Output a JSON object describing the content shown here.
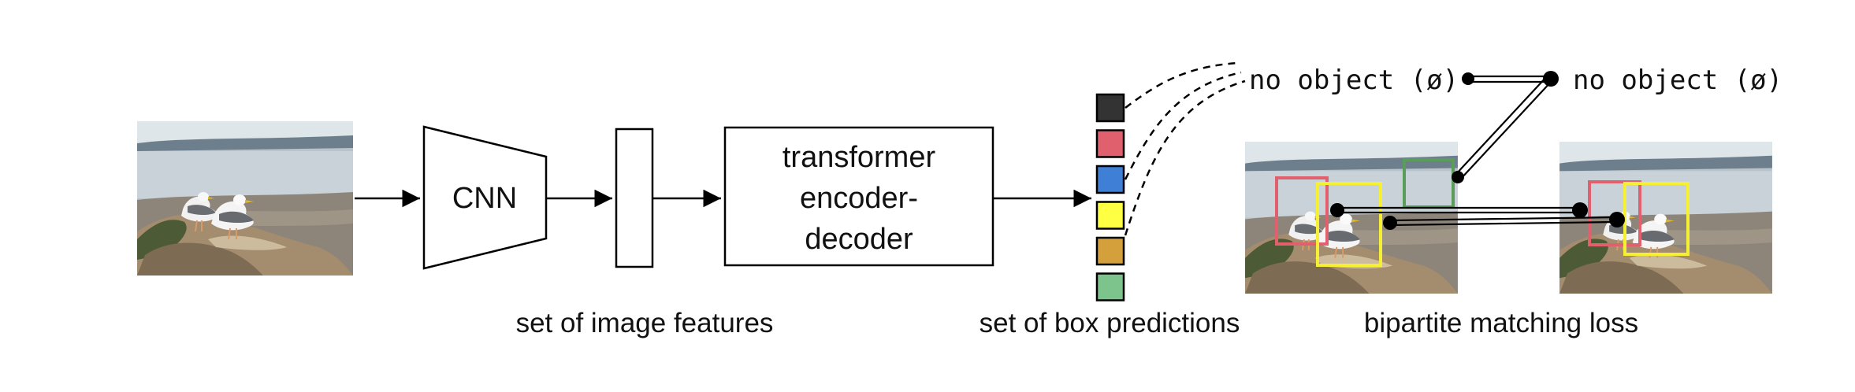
{
  "blocks": {
    "cnn_label": "CNN",
    "transformer_line1": "transformer",
    "transformer_line2": "encoder-",
    "transformer_line3": "decoder"
  },
  "captions": {
    "image_features": "set of image features",
    "box_predictions": "set of box predictions",
    "matching_loss": "bipartite matching loss"
  },
  "no_object": {
    "left": "no object (ø)",
    "right": "no object (ø)"
  },
  "prediction_colors": [
    "#333333",
    "#e0606e",
    "#3f7fd6",
    "#ffff44",
    "#d4a03c",
    "#7cc48c"
  ],
  "box_colors": {
    "red": "#e0606e",
    "yellow": "#f5f033",
    "green": "#5a9c5a"
  }
}
